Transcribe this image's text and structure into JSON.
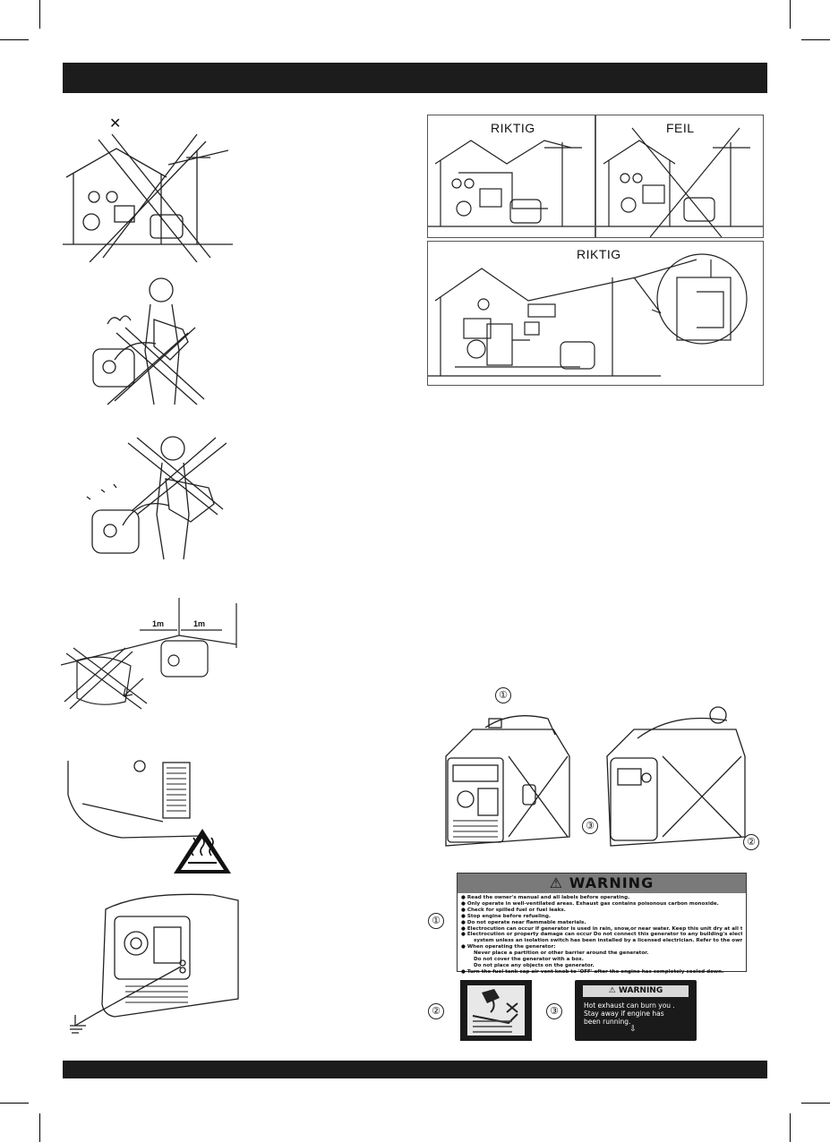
{
  "left_column": {
    "cross_mark": "✕"
  },
  "connection_panels": {
    "top_left_title": "RIKTIG",
    "top_right_title": "FEIL",
    "bottom_title": "RIKTIG"
  },
  "spacing_figure": {
    "distance_left": "1m",
    "distance_right": "1m"
  },
  "label_callouts": [
    "①",
    "②",
    "③"
  ],
  "warning_label": {
    "heading": "WARNING",
    "items": [
      {
        "text": "Read the owner's manual and all labels before operating.",
        "sub": false
      },
      {
        "text": "Only operate in well-ventilated areas. Exhaust gas contains poisonous carbon monoxide.",
        "sub": false
      },
      {
        "text": "Check for spilled fuel or fuel leaks.",
        "sub": false
      },
      {
        "text": "Stop engine before refueling.",
        "sub": false
      },
      {
        "text": "Do not operate near flammable materials.",
        "sub": false
      },
      {
        "text": "Electrocution can occur if generator is used in rain, snow,or near water. Keep this unit dry at all times.",
        "sub": false
      },
      {
        "text": "Electrocution or property damage can occur Do not connect this generator to any building's electrical",
        "sub": false
      },
      {
        "text": "system unless an isolation switch has been installed  by a licensed electrician. Refer to the owner's manual.",
        "sub": true
      },
      {
        "text": "When operating the generator:",
        "sub": false
      },
      {
        "text": "Never place a partition or other barrier around the generator.",
        "sub": true
      },
      {
        "text": "Do not cover the generator with a box.",
        "sub": true
      },
      {
        "text": "Do not place any objects on the generator.",
        "sub": true
      },
      {
        "text": "Turn the fuel tank cap air vent knob to 'OFF' after the engine has  completely cooled down.",
        "sub": false
      }
    ]
  },
  "hot_exhaust_label": {
    "heading": "WARNING",
    "lines": [
      "Hot exhaust can burn you .",
      "Stay away if engine has",
      "been running."
    ],
    "arrow": "⇩"
  }
}
